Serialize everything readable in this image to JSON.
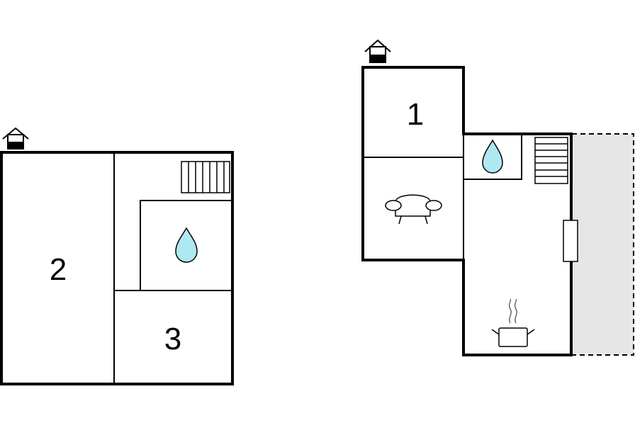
{
  "floors": [
    {
      "name": "left",
      "rooms": [
        {
          "label": "2"
        },
        {
          "label": "3"
        }
      ],
      "icons": [
        "house-entrance-icon",
        "stairs-icon",
        "water-drop-icon"
      ]
    },
    {
      "name": "right",
      "rooms": [
        {
          "label": "1"
        }
      ],
      "icons": [
        "house-entrance-icon",
        "water-drop-icon",
        "stairs-icon",
        "sofa-icon",
        "cooking-pot-icon",
        "terrace-area"
      ]
    }
  ],
  "colors": {
    "water": "#aee8f0",
    "terrace": "#e6e6e6",
    "wall": "#000000"
  }
}
